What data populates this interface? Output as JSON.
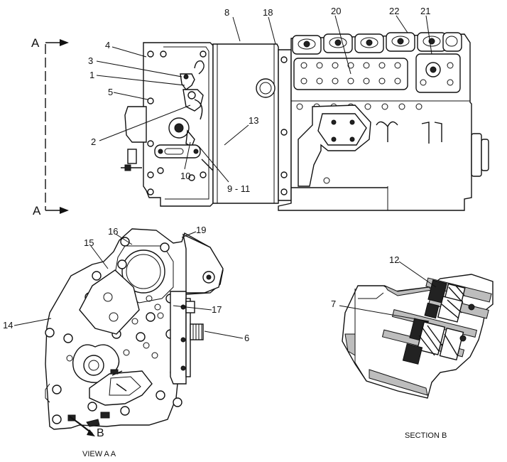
{
  "callouts": {
    "c1": "1",
    "c2": "2",
    "c3": "3",
    "c4": "4",
    "c5": "5",
    "c6": "6",
    "c7": "7",
    "c8": "8",
    "c9_11": "9 - 11",
    "c10": "10",
    "c12": "12",
    "c13": "13",
    "c14": "14",
    "c15": "15",
    "c16": "16",
    "c17": "17",
    "c18": "18",
    "c19": "19",
    "c20": "20",
    "c21": "21",
    "c22": "22"
  },
  "section_markers": {
    "a_top": "A",
    "a_bottom": "A",
    "b": "B"
  },
  "captions": {
    "view_aa": "VIEW  A A",
    "section_b": "SECTION B"
  }
}
